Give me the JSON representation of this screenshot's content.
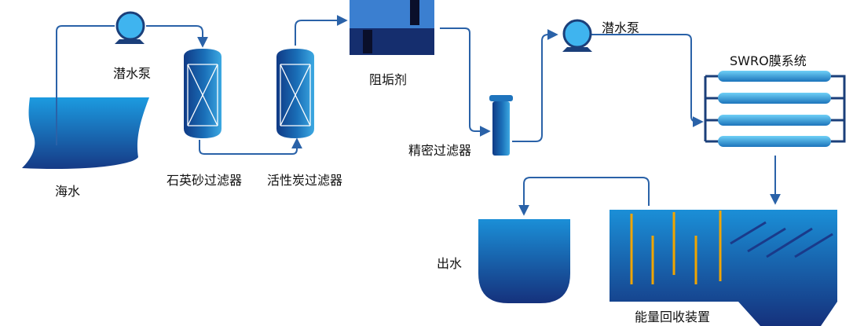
{
  "labels": {
    "seawater": "海水",
    "pump1": "潜水泵",
    "sand_filter": "石英砂过滤器",
    "carbon_filter": "活性炭过滤器",
    "antiscalant": "阻垢剂",
    "precision_filter": "精密过滤器",
    "pump2": "潜水泵",
    "swro": "SWRO膜系统",
    "outlet": "出水",
    "energy_recovery": "能量回收装置"
  },
  "colors": {
    "pipe": "#2a62a8",
    "tank_top": "#1f8fd6",
    "tank_bottom": "#14307a",
    "pump_fill": "#3fb4ef",
    "heater_rod": "#f0a500",
    "outline": "#1b3f7a"
  }
}
